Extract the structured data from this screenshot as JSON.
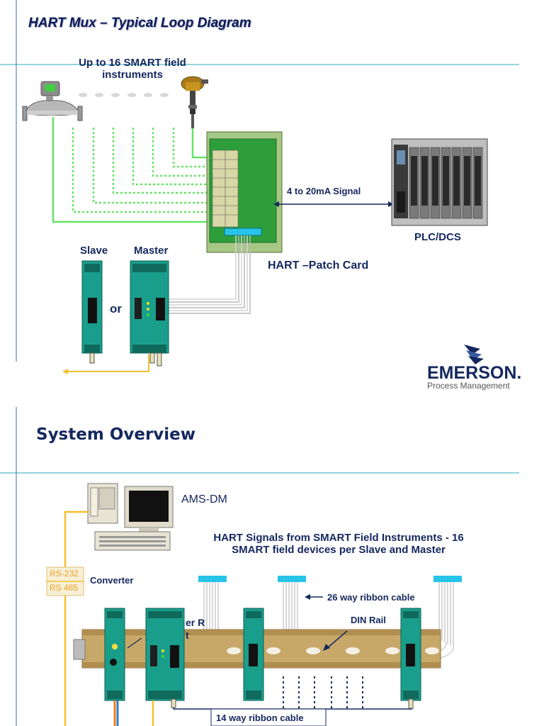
{
  "slide1": {
    "title": "HART Mux – Typical Loop Diagram",
    "field_instruments_label": "Up to 16 SMART field instruments",
    "signal_label": "4 to 20mA Signal",
    "plc_label": "PLC/DCS",
    "patch_card_label": "HART –Patch Card",
    "slave_label": "Slave",
    "master_label": "Master",
    "or_label": "or",
    "logo": {
      "name": "EMERSON.",
      "tagline": "Process Management"
    }
  },
  "slide2": {
    "title": "System Overview",
    "ams_label": "AMS-DM",
    "hart_signals_label": "HART Signals from SMART Field Instruments - 16  SMART field devices per Slave and Master",
    "rs232_label": "RS-232",
    "rs485_label": "RS 485",
    "converter_label": "Converter",
    "ribbon26_label": "26 way ribbon cable",
    "din_rail_label": "DIN Rail",
    "ribbon14_label": "14 way ribbon cable",
    "partial_text_1": "er R",
    "partial_text_2": "t"
  },
  "colors": {
    "title": "#0d1a55",
    "label": "#14285f",
    "module_green": "#1a9e8c",
    "field_wire": "#66e466",
    "rs_orange": "#f0a020",
    "din_rail": "#c8a868",
    "ribbon_blue": "#27c4e8"
  }
}
